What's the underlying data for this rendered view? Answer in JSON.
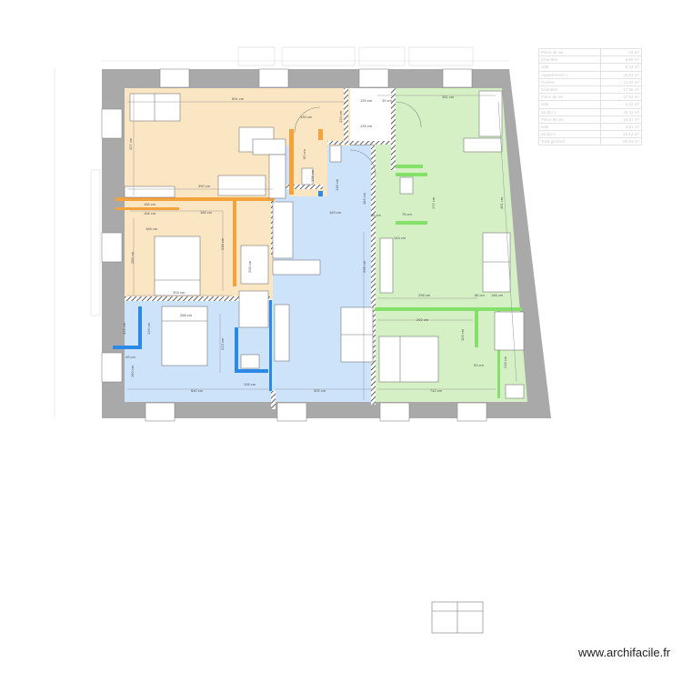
{
  "watermark": "www.archifacile.fr",
  "colors": {
    "wall": "#a9a9a9",
    "zone_beige": "#fbe6c4",
    "zone_blue": "#cce3fa",
    "zone_green": "#d5f0c4",
    "partition_orange": "#f4a23c",
    "partition_blue": "#2c8ae6",
    "partition_green": "#84e06a",
    "hatch": "#333333"
  },
  "area_table": [
    {
      "label": "Pièce de vie",
      "value": "15 m²"
    },
    {
      "label": "Chambre",
      "value": "9.66 m²"
    },
    {
      "label": "SdE",
      "value": "6.44 m²"
    },
    {
      "label": "Appartement 1",
      "value": "42.64 m²"
    },
    {
      "label": "Cuisine",
      "value": "13.54 m²"
    },
    {
      "label": "Chambre",
      "value": "17.55 m²"
    },
    {
      "label": "Pièce de vie",
      "value": "17.64 m²"
    },
    {
      "label": "SdE",
      "value": "4.22 m²"
    },
    {
      "label": "Studio 1",
      "value": "22.11 m²"
    },
    {
      "label": "Pièce de vie",
      "value": "19.67 m²"
    },
    {
      "label": "SdE",
      "value": "4.61 m²"
    },
    {
      "label": "Studio 2",
      "value": "24.13 m²"
    },
    {
      "label": "Total général",
      "value": "89.93 m²"
    }
  ],
  "dimensions": {
    "top_living_width": "891 cm",
    "top_living_height": "327 cm",
    "kitchen_run": "390 cm",
    "closet_a": "156 cm",
    "closet_b": "156 cm",
    "bed1_width": "166 cm",
    "hall_width": "166 cm",
    "bed1_height": "288 cm",
    "bed1_right_height": "238 cm",
    "bed1_bottom": "304 cm",
    "door_wc": "139 cm",
    "wc_w": "82 cm",
    "wc_h": "136 cm",
    "wc2_h": "138 cm",
    "entry_w": "139 cm",
    "entry_h": "124 cm",
    "entry2_w": "139 cm",
    "entry_side": "39 cm",
    "hall2_w": "169 cm",
    "hall2_h": "183 cm",
    "shower1": "209 cm",
    "bed2_w": "288 cm",
    "bed2_left_a": "122 cm",
    "bed2_left_b": "126 cm",
    "bed2_gap": "49 cm",
    "bed2_low": "160 cm",
    "bed2_height": "213 cm",
    "bed2_bottom": "640 cm",
    "bath2_w": "106 cm",
    "center_h": "298 cm",
    "center_bottom": "392 cm",
    "center_side": "98 cm",
    "studio2_top": "281 cm",
    "studio2_height": "491 cm",
    "studio2_sdb_h": "172 cm",
    "studio2_sdb_w": "144 cm",
    "studio2_wc": "75 cm",
    "studio2_mid": "298 cm",
    "studio2_mid2": "86 cm",
    "studio2_bed_w": "292 cm",
    "studio2_bed_h": "126 cm",
    "studio2_low": "742 cm",
    "studio2_shower": "218 cm",
    "studio2_small": "93 cm",
    "studio2_right": "146 cm"
  }
}
